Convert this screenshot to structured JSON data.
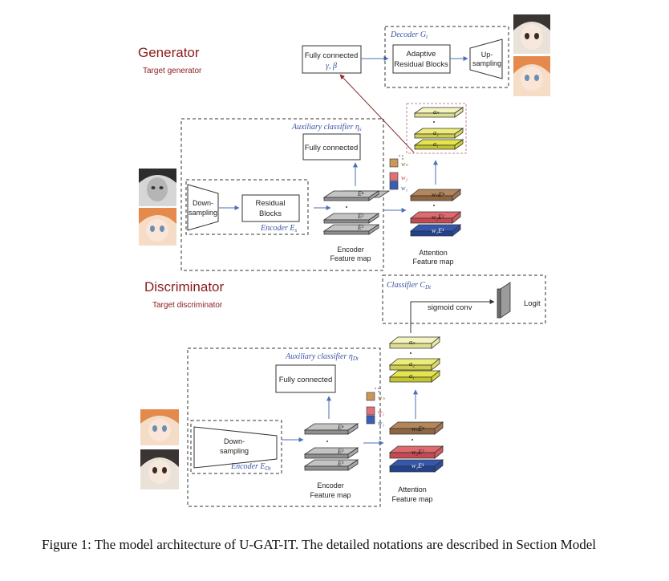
{
  "generator": {
    "title": "Generator",
    "subtitle": "Target generator",
    "decoder_label": "Decoder G",
    "decoder_sub": "t",
    "fc_label_line1": "Fully connected",
    "fc_label_line2": "γ, β",
    "adaptive_line1": "Adaptive",
    "adaptive_line2": "Residual Blocks",
    "upsampling_line1": "Up-",
    "upsampling_line2": "sampling",
    "aux_classifier_label": "Auxiliary classifier η",
    "aux_classifier_sub": "s",
    "aux_fc_label": "Fully connected",
    "downsampling_line1": "Down-",
    "downsampling_line2": "sampling",
    "residual_line1": "Residual",
    "residual_line2": "Blocks",
    "encoder_label": "Encoder E",
    "encoder_sub": "s",
    "encoder_fmap_line1": "Encoder",
    "encoder_fmap_line2": "Feature map",
    "attention_fmap_line1": "Attention",
    "attention_fmap_line2": "Feature map",
    "fmap_labels": [
      "Eⁿ",
      "E²",
      "E¹"
    ],
    "weights": [
      "wₙ",
      "w₂",
      "w₁"
    ],
    "attn_labels": [
      "wₙEⁿ",
      "w₂E²",
      "w₁E¹"
    ],
    "a_labels": [
      "aₙ",
      "a₂",
      "a₁"
    ]
  },
  "discriminator": {
    "title": "Discriminator",
    "subtitle": "Target discriminator",
    "classifier_label": "Classifier C",
    "classifier_sub": "Dt",
    "sigmoid_label": "sigmoid conv",
    "logit_label": "Logit",
    "aux_classifier_label": "Auxiliary classifier η",
    "aux_classifier_sub": "Dt",
    "aux_fc_label": "Fully connected",
    "downsampling_line1": "Down-",
    "downsampling_line2": "sampling",
    "encoder_label": "Encoder E",
    "encoder_sub": "Dt",
    "encoder_fmap_line1": "Encoder",
    "encoder_fmap_line2": "Feature map",
    "attention_fmap_line1": "Attention",
    "attention_fmap_line2": "Feature map",
    "fmap_labels": [
      "Eⁿ",
      "E²",
      "E¹"
    ],
    "weights": [
      "wₙ",
      "w₂",
      "w₁"
    ],
    "attn_labels": [
      "wₙEⁿ",
      "w₂E²",
      "w₁E¹"
    ],
    "a_labels": [
      "aₙ",
      "a₂",
      "a₁"
    ]
  },
  "caption": "Figure 1: The model architecture of U-GAT-IT. The detailed notations are described in Section Model",
  "colors": {
    "title_red": "#8b1a1a",
    "notation_blue": "#3a53a4",
    "arrow_blue": "#4a6fb5",
    "attn_brown": "#a07448",
    "attn_red": "#d9595e",
    "attn_blue": "#2c4fa0",
    "a_yellow": "#ecec7a",
    "fmap_gray": "#bdbdbd"
  }
}
